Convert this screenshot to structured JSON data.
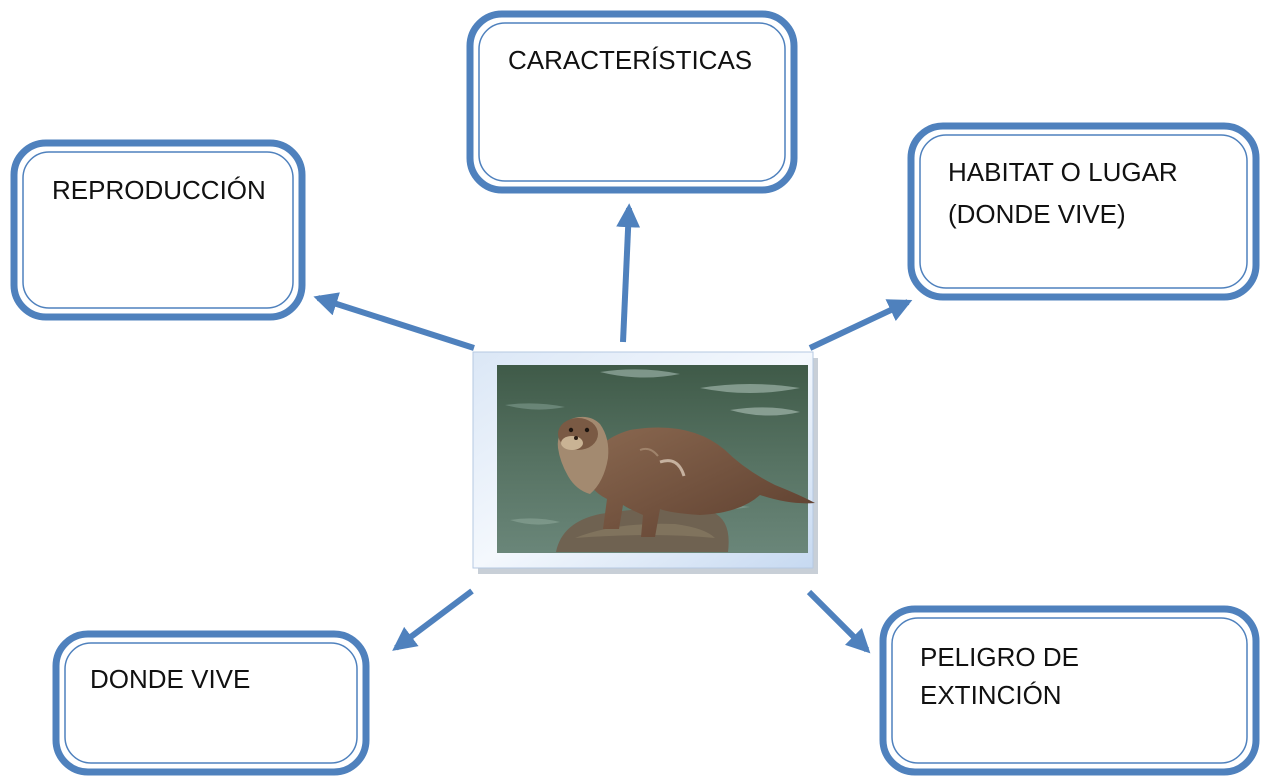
{
  "diagram": {
    "center_image": {
      "subject": "otter standing on a rock in water",
      "icon": "otter-photo"
    },
    "nodes": [
      {
        "id": "caracteristicas",
        "lines": [
          "CARACTERÍSTICAS"
        ]
      },
      {
        "id": "reproduccion",
        "lines": [
          "REPRODUCCIÓN"
        ]
      },
      {
        "id": "habitat",
        "lines": [
          "HABITAT O LUGAR",
          "(DONDE VIVE)"
        ]
      },
      {
        "id": "donde-vive",
        "lines": [
          "DONDE VIVE"
        ]
      },
      {
        "id": "peligro",
        "lines": [
          "PELIGRO DE",
          "EXTINCIÓN"
        ]
      }
    ],
    "colors": {
      "border": "#4f81bd",
      "arrow": "#4f81bd",
      "frame": "#c6d9f1"
    }
  }
}
